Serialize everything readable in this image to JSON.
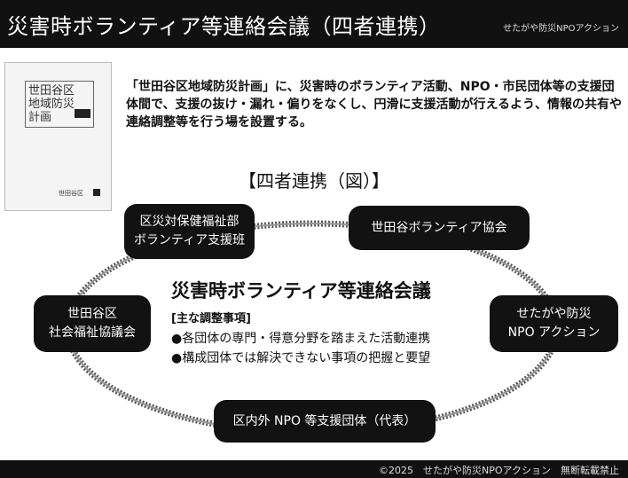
{
  "header": {
    "title": "災害時ボランティア等連絡会議（四者連携）",
    "brand": "せたがや防災NPOアクション"
  },
  "cover": {
    "title": "世田谷区\n地域防災\n計画",
    "label": "世田谷区"
  },
  "intro": {
    "text": "「世田谷区地域防災計画」に、災害時のボランティア活動、NPO・市民団体等の支援団体間で、支援の抜け・漏れ・偏りをなくし、円滑に支援活動が行えるよう、情報の共有や連絡調整等を行う場を設置する。"
  },
  "figure": {
    "title": "【四者連携（図）】",
    "center_title": "災害時ボランティア等連絡会議",
    "items_heading": "[主な調整事項]",
    "items": [
      "●各団体の専門・得意分野を踏まえた活動連携",
      "●構成団体では解決できない事項の把握と要望"
    ],
    "nodes": {
      "top_left": [
        "区災対保健福祉部",
        "ボランティア支援班"
      ],
      "top_right": [
        "世田谷ボランティア協会"
      ],
      "left": [
        "世田谷区",
        "社会福祉協議会"
      ],
      "right": [
        "せたがや防災",
        "NPO アクション"
      ],
      "bottom": [
        "区内外 NPO 等支援団体（代表）"
      ]
    }
  },
  "footer": {
    "text": "©2025　せたがや防災NPOアクション　無断転載禁止"
  },
  "colors": {
    "bar": "#111111",
    "node": "#121212",
    "ring": "#555555"
  }
}
